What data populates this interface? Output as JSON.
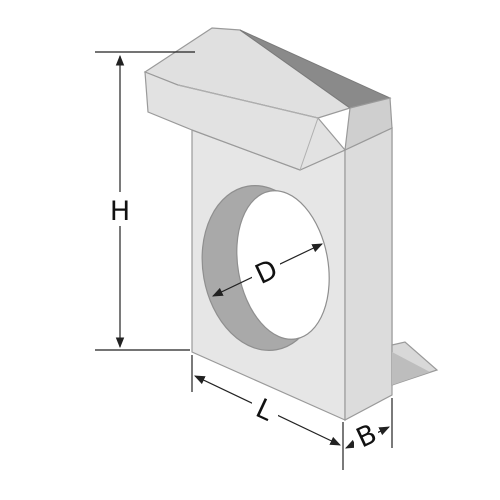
{
  "dimension_labels": {
    "height": "H",
    "length": "L",
    "width": "B",
    "diameter": "D"
  },
  "colors": {
    "background": "#ffffff",
    "face_front": "#e6e6e6",
    "face_top": "#dedede",
    "face_shadow": "#bdbdbd",
    "cap_dark": "#8a8a8a",
    "hole_inner": "#a8a8a8",
    "edge": "#9a9a9a",
    "dim_line": "#222222"
  }
}
